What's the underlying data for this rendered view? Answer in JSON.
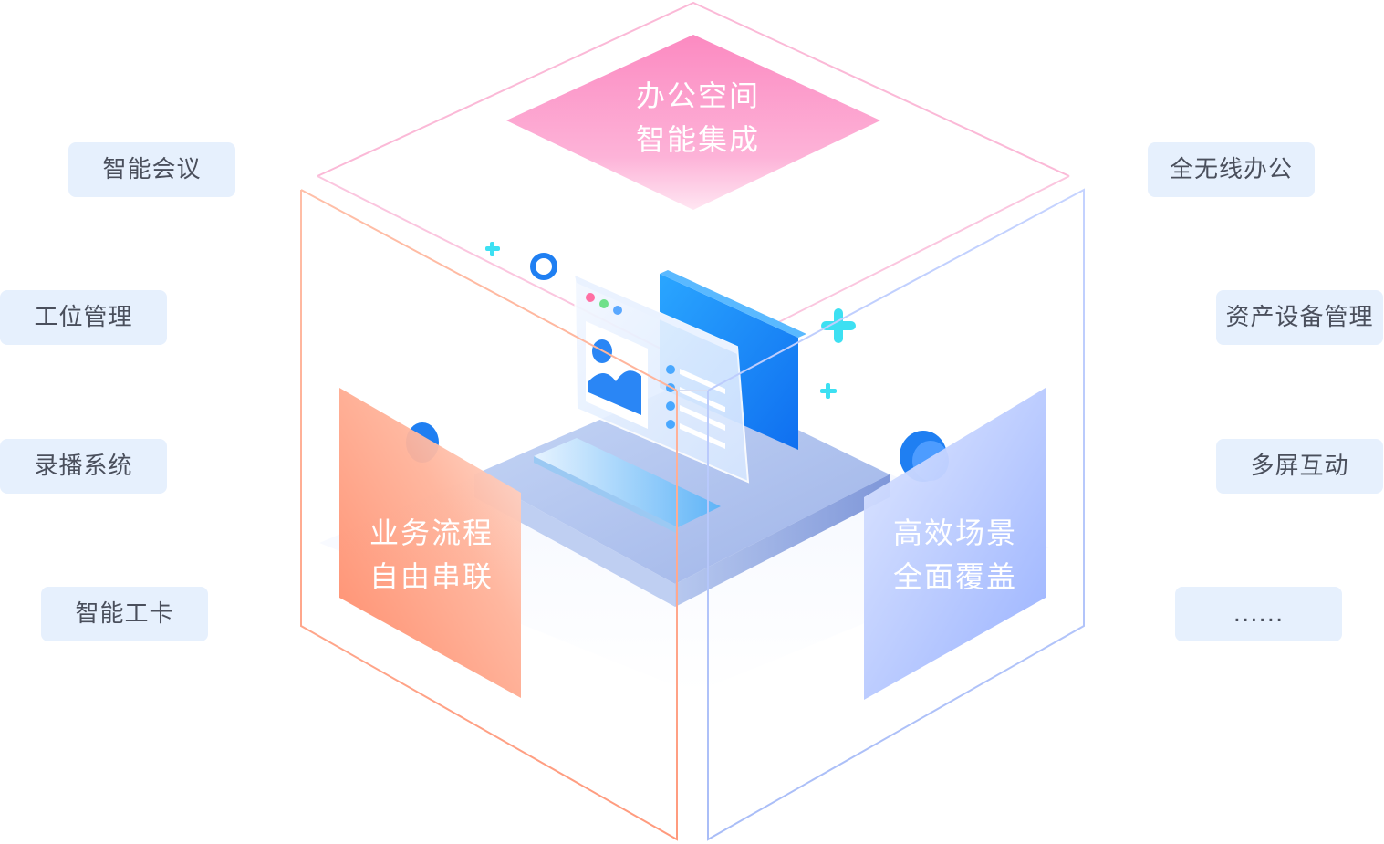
{
  "faces": {
    "top": {
      "line1": "办公空间",
      "line2": "智能集成"
    },
    "left": {
      "line1": "业务流程",
      "line2": "自由串联"
    },
    "right": {
      "line1": "高效场景",
      "line2": "全面覆盖"
    }
  },
  "left_tags": [
    "智能会议",
    "工位管理",
    "录播系统",
    "智能工卡"
  ],
  "right_tags": [
    "全无线办公",
    "资产设备管理",
    "多屏互动",
    "......"
  ],
  "colors": {
    "tag_background": "#e6f0fd",
    "tag_text": "#4a4f5c",
    "top_face": "#fc8fc4",
    "left_face": "#ff8c6b",
    "right_face": "#9fb6ff",
    "screen_blue": "#1b8cff",
    "accent_cyan": "#3de0f2"
  },
  "icons": [
    "monitor-window-icon",
    "user-avatar-icon",
    "plus-sparkle-icon",
    "ring-icon"
  ]
}
